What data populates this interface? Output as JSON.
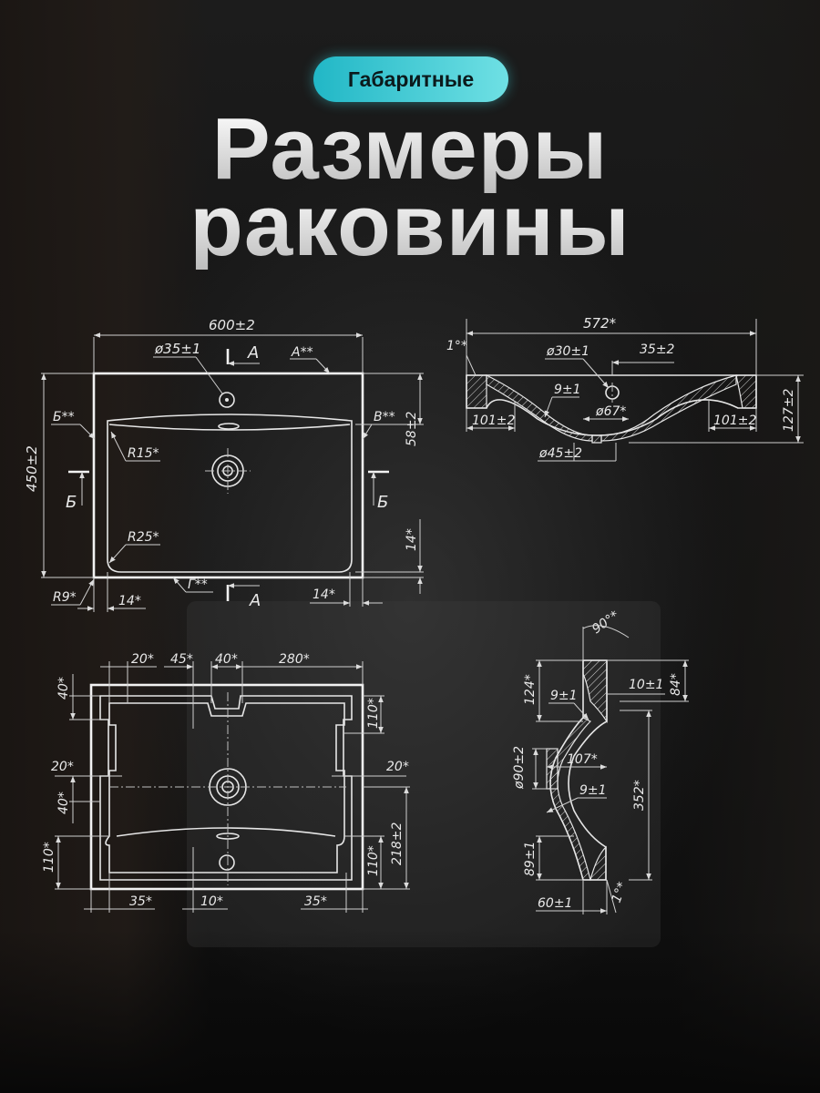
{
  "header": {
    "badge": "Габаритные",
    "title_line1": "Размеры",
    "title_line2": "раковины"
  },
  "colors": {
    "badge_gradient_start": "#21b7c6",
    "badge_gradient_end": "#6fe0e4",
    "drawing_line": "#e6e6e6",
    "background": "#141414"
  },
  "top_view": {
    "width": "600±2",
    "depth": "450±2",
    "tap_hole": "ø35±1",
    "section_a": "A",
    "note_a": "A**",
    "note_b_left": "Б**",
    "note_v": "B**",
    "note_g": "Г**",
    "radius_bowl_top": "R15*",
    "radius_bowl_bottom": "R25*",
    "radius_corner": "R9*",
    "rim_depth": "58±2",
    "offset_bottom": "14*",
    "offset_left": "14*",
    "offset_right": "14*",
    "section_b": "Б"
  },
  "side_section": {
    "width": "572*",
    "tilt": "1°*",
    "tap_hole": "ø30±1",
    "tap_offset": "35±2",
    "wall": "9±1",
    "drain_top": "ø67*",
    "drain_bottom": "ø45±2",
    "left_flat": "101±2",
    "right_flat": "101±2",
    "height": "127±2"
  },
  "bottom_view": {
    "dim_20_top": "20*",
    "dim_45_top": "45*",
    "dim_40_top": "40*",
    "dim_280_top": "280*",
    "dim_40_left_top": "40*",
    "dim_110_right_top": "110*",
    "dim_20_left": "20*",
    "dim_20_right": "20*",
    "dim_40_left_mid": "40*",
    "dim_218_right": "218±2",
    "dim_110_left_bottom": "110*",
    "dim_110_right_bottom": "110*",
    "dim_35_left": "35*",
    "dim_10_bottom": "10*",
    "dim_35_right": "35*"
  },
  "profile_section": {
    "angle_top": "90°*",
    "height_124": "124*",
    "wall_top": "9±1",
    "dim_10": "10±1",
    "height_84": "84*",
    "depth_107": "107*",
    "drain_dia": "ø90±2",
    "wall_mid": "9±1",
    "height_352": "352*",
    "height_89": "89±1",
    "width_60": "60±1",
    "angle_bottom": "1°*"
  }
}
